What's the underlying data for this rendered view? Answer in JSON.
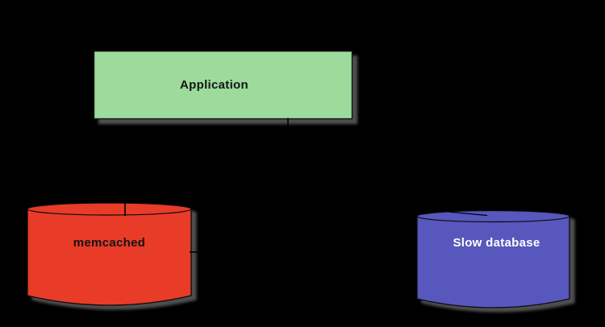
{
  "canvas": {
    "background": "#000000",
    "shadow_color": "#4E4E4E",
    "outline_color": "#101010",
    "connector_color": "#000000"
  },
  "nodes": {
    "application": {
      "label": "Application",
      "shape": "rectangle",
      "fill": "#9CDB9C",
      "text_color": "#141414"
    },
    "memcached": {
      "label": "memcached",
      "shape": "cylinder",
      "fill": "#E83B28",
      "text_color": "#141414"
    },
    "slow_database": {
      "label": "Slow database",
      "shape": "cylinder",
      "fill": "#5757BD",
      "text_color": "#FFFFFF"
    }
  }
}
